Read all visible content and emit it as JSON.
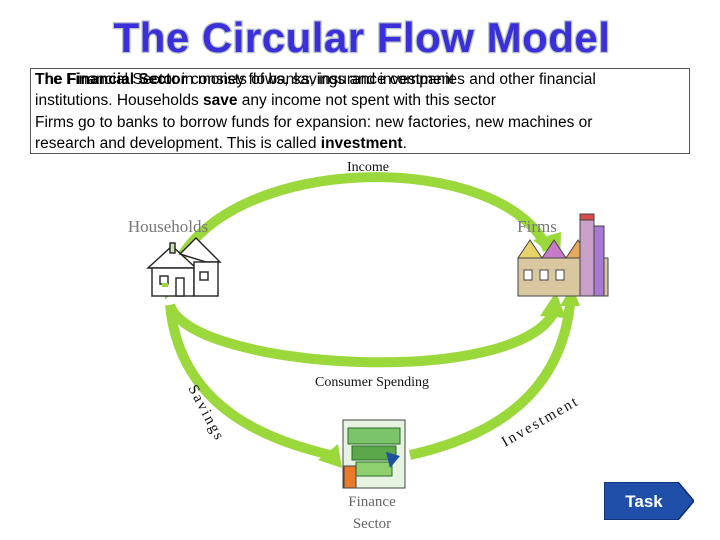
{
  "slide": {
    "title": "The Circular Flow Model",
    "overlay_text": "The Financial Sector in money flows, savings and investment",
    "para1_bold": "The Financial Sector",
    "para1_rest": " consists of banks, insurance companies and other financial",
    "para1_line2_pre": "institutions. Households ",
    "para1_line2_bold": "save",
    "para1_line2_post": " any income not spent with this sector",
    "para2_line1": "Firms go to banks to borrow funds for expansion: new factories, new machines or",
    "para2_line2_pre": "research and development. This is called ",
    "para2_line2_bold": "investment",
    "para2_line2_post": "."
  },
  "diagram": {
    "income_label": "Income",
    "households_label": "Households",
    "firms_label": "Firms",
    "consumer_spending_label": "Consumer Spending",
    "savings_label": "Savings",
    "investment_label": "Investment",
    "finance_label_1": "Finance",
    "finance_label_2": "Sector"
  },
  "task_button": {
    "label": "Task"
  },
  "colors": {
    "title_fill": "#3a2fd8",
    "title_outline": "#c0c8d0",
    "arrow_green": "#9bd83c",
    "task_bg": "#1f4fa8"
  }
}
